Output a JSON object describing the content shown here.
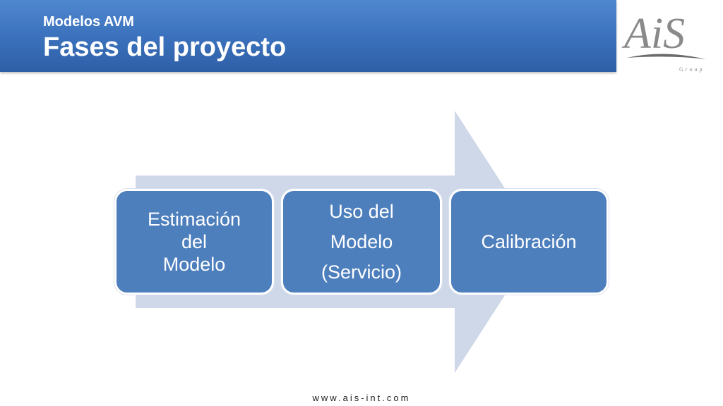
{
  "header": {
    "subtitle": "Modelos AVM",
    "title": "Fases del proyecto"
  },
  "logo": {
    "letters": "AiS",
    "group": "Group"
  },
  "phases": [
    {
      "lines": [
        "Estimación",
        "del",
        "Modelo"
      ]
    },
    {
      "lines": [
        "Uso del",
        "Modelo",
        "(Servicio)"
      ]
    },
    {
      "lines": [
        "Calibración"
      ]
    }
  ],
  "colors": {
    "header_band": "#3a70bb",
    "arrow": "#cfd8e8",
    "box_fill": "#4e7fbd",
    "box_border": "#ffffff",
    "logo": "#8a8a8a"
  },
  "footer": {
    "url": "www.ais-int.com"
  }
}
